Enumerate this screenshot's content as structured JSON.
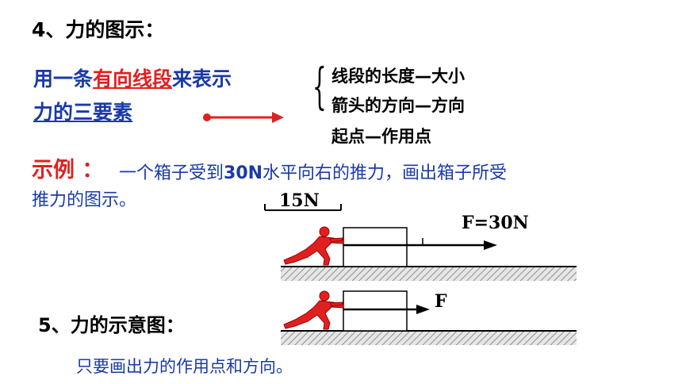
{
  "section4": {
    "title": "4、力的图示："
  },
  "definition": {
    "line1_pre": "用一条",
    "line1_red": "有向线段",
    "line1_post": "来表示",
    "line2": "力的三要素"
  },
  "elements": [
    "线段的长度—大小",
    "箭头的方向—方向",
    "起点—作用点"
  ],
  "example": {
    "label": "示例 ：",
    "text_pre": "一个箱子受到",
    "text_value": "30N",
    "text_post": "水平向右的推力，画出箱子所受",
    "text_line2": "推力的图示。",
    "scale_label": "15N",
    "force_label": "F=30N"
  },
  "section5": {
    "title": "5、力的示意图：",
    "force_label": "F",
    "note": "只要画出力的作用点和方向。"
  },
  "colors": {
    "blue_text": "#1a3aa8",
    "red": "#e02020",
    "figure_red": "#e02020"
  },
  "icons": [
    "pushing-person-icon",
    "brace-icon",
    "arrow-icon"
  ]
}
